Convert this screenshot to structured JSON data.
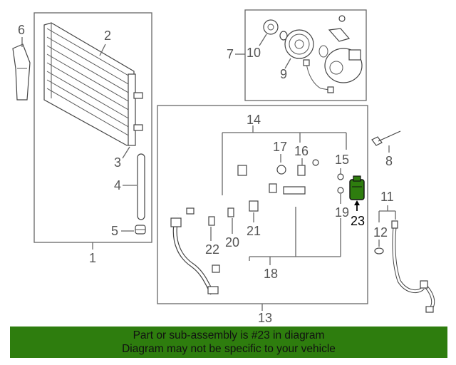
{
  "callouts": {
    "c1": "1",
    "c2": "2",
    "c3": "3",
    "c4": "4",
    "c5": "5",
    "c6": "6",
    "c7": "7",
    "c8": "8",
    "c9": "9",
    "c10": "10",
    "c11": "11",
    "c12": "12",
    "c13": "13",
    "c14": "14",
    "c15": "15",
    "c16": "16",
    "c17": "17",
    "c18": "18",
    "c19": "19",
    "c20": "20",
    "c21": "21",
    "c22": "22",
    "c23": "23"
  },
  "highlight": {
    "part_number": "23",
    "color": "#2e7d0e"
  },
  "banner": {
    "line1": "Part or sub-assembly is #23 in diagram",
    "line2": "Diagram may not be specific to your vehicle",
    "background": "#2e7d0e"
  }
}
